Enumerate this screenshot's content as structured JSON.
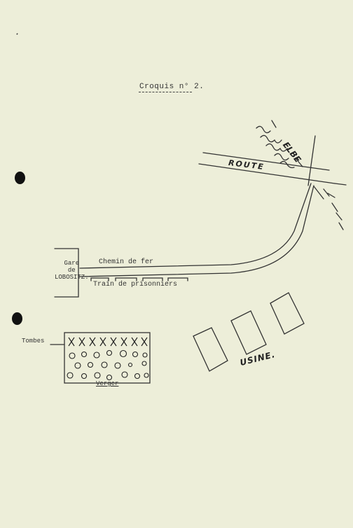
{
  "document": {
    "title": "Croquis n° 2.",
    "labels": {
      "river": "ELBE",
      "road": "ROUTE",
      "factory": "USINE.",
      "station_line1": "Gare",
      "station_line2": "de",
      "station_line3": "LOBOSITZ.",
      "railway": "Chemin de fer",
      "train": "Train de prisonniers",
      "graves": "Tombes",
      "orchard": "Verger"
    }
  }
}
